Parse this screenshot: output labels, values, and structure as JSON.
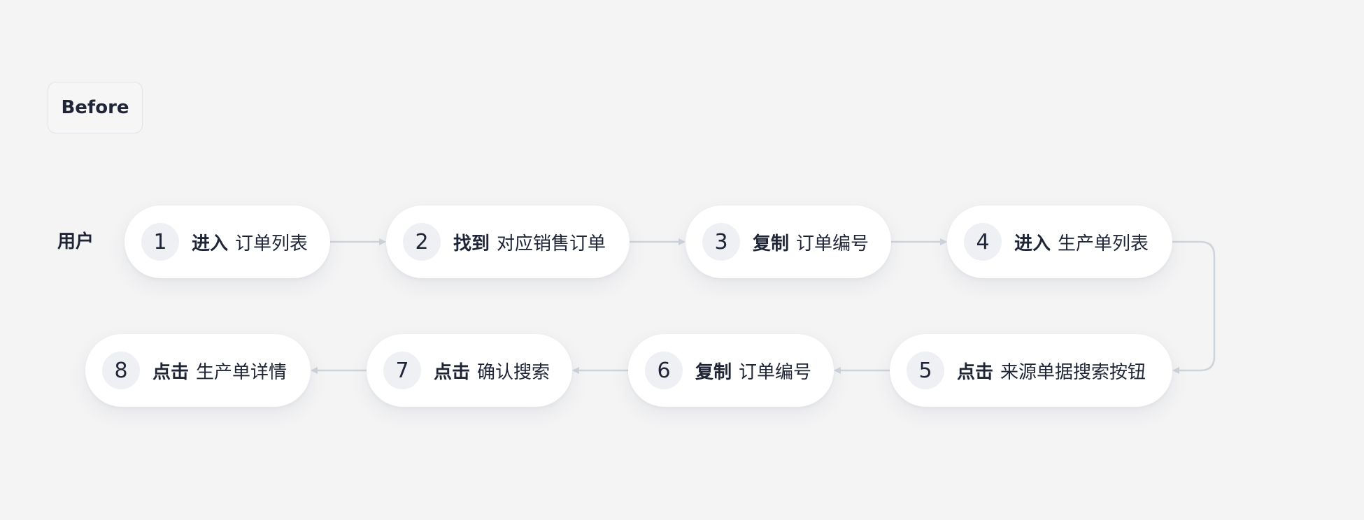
{
  "badge": {
    "label": "Before"
  },
  "lane": {
    "label": "用户"
  },
  "steps": [
    {
      "num": "1",
      "action": "进入",
      "object": "订单列表"
    },
    {
      "num": "2",
      "action": "找到",
      "object": "对应销售订单"
    },
    {
      "num": "3",
      "action": "复制",
      "object": "订单编号"
    },
    {
      "num": "4",
      "action": "进入",
      "object": "生产单列表"
    },
    {
      "num": "5",
      "action": "点击",
      "object": "来源单据搜索按钮"
    },
    {
      "num": "6",
      "action": "复制",
      "object": "订单编号"
    },
    {
      "num": "7",
      "action": "点击",
      "object": "确认搜索"
    },
    {
      "num": "8",
      "action": "点击",
      "object": "生产单详情"
    }
  ],
  "colors": {
    "background": "#f4f4f5",
    "node": "#ffffff",
    "number_circle": "#eef0f3",
    "connector": "#cfd3da",
    "text": "#1f2537"
  }
}
